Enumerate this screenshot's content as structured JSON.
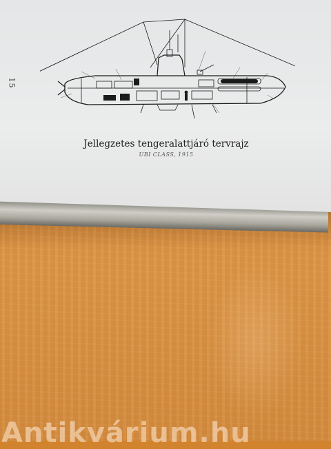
{
  "book": {
    "page_number": "15",
    "caption": "Jellegzetes tengeralattjáró tervrajz",
    "subcaption": "UBI CLASS, 1915"
  },
  "watermark": {
    "text": "Antikvárium.hu"
  },
  "colors": {
    "table": "#d38b3e",
    "page": "#e8e9e9",
    "ink": "#1a1a1a"
  }
}
